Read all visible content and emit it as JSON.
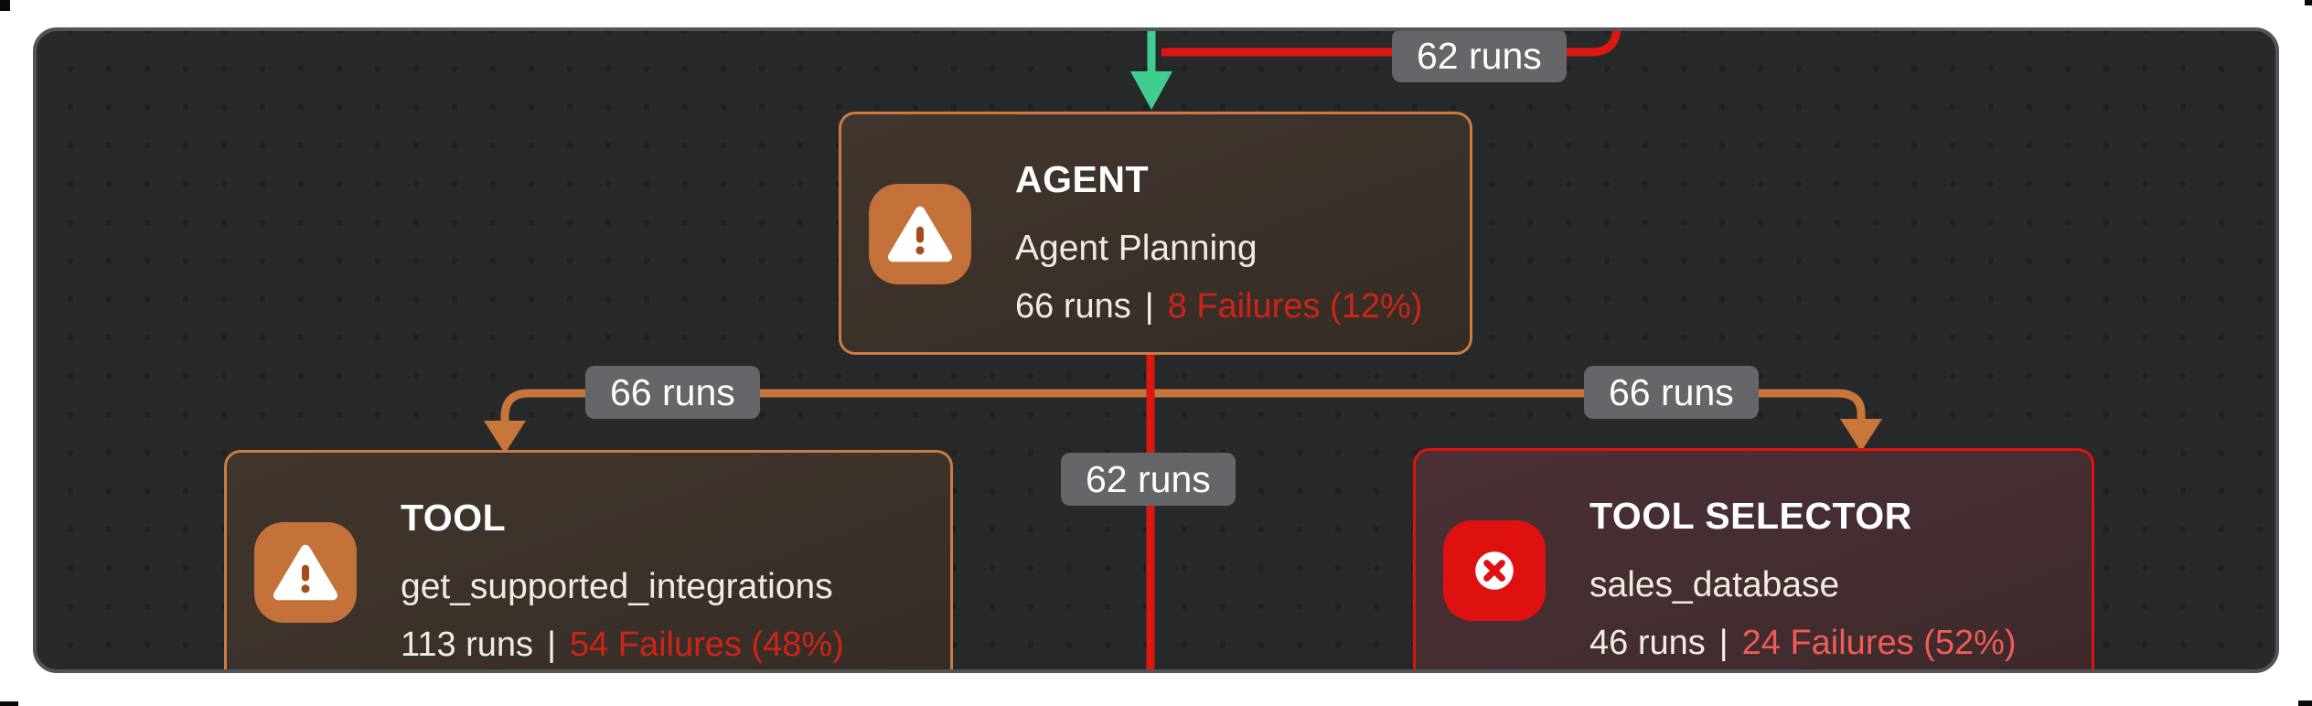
{
  "edges": {
    "top": {
      "label": "62 runs",
      "status": "failure",
      "direction": "into-agent-from-top"
    },
    "left": {
      "label": "66 runs",
      "status": "warning",
      "direction": "agent-to-tool"
    },
    "center": {
      "label": "62 runs",
      "status": "failure",
      "direction": "agent-downward"
    },
    "right": {
      "label": "66 runs",
      "status": "warning",
      "direction": "agent-to-tool-selector"
    }
  },
  "nodes": {
    "agent": {
      "type": "AGENT",
      "name": "Agent Planning",
      "runs": "66 runs",
      "separator": "|",
      "failures": "8 Failures (12%)",
      "status_icon": "warning-triangle-icon"
    },
    "tool": {
      "type": "TOOL",
      "name": "get_supported_integrations",
      "runs": "113 runs",
      "separator": "|",
      "failures": "54 Failures (48%)",
      "status_icon": "warning-triangle-icon"
    },
    "tool_selector": {
      "type": "TOOL SELECTOR",
      "name": "sales_database",
      "runs": "46 runs",
      "separator": "|",
      "failures": "24 Failures (52%)",
      "status_icon": "error-x-icon"
    }
  },
  "colors": {
    "panel-bg": "#28292B",
    "panel-border": "#525457",
    "edge-red": "#DE1710",
    "edge-green": "#3FCD92",
    "edge-orange": "#C8763A",
    "warn-border": "#C97C44",
    "error-border": "#E2120E",
    "warn-icon-bg": "#C4723A",
    "warn-icon-glyph": "#A64B1E",
    "error-icon-bg": "#DF1110",
    "badge-bg": "#656669",
    "failure-text-dark": "#CE2418",
    "failure-text-bright": "#F05B55",
    "node-warn-bg": "#3A312A",
    "node-error-bg": "#432D30",
    "text-primary": "#FFFFFF",
    "text-secondary": "#F0ECE4"
  }
}
